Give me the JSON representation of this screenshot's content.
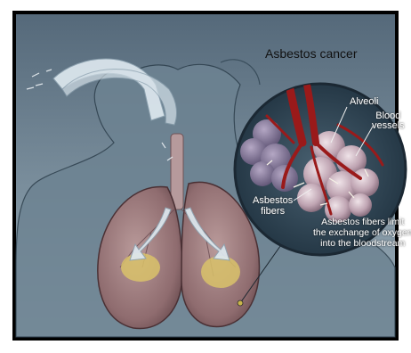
{
  "diagram": {
    "title": "Asbestos cancer",
    "labels": {
      "alveoli": "Alveoli",
      "blood_vessels_line1": "Blood",
      "blood_vessels_line2": "vessels",
      "asbestos_fibers_line1": "Asbestos",
      "asbestos_fibers_line2": "fibers",
      "note_line1": "Asbestos fibers limit",
      "note_line2": "the exchange of oxygen",
      "note_line3": "into the bloodstream"
    },
    "colors": {
      "background_top": "#5e7585",
      "background_bottom": "#95a7b3",
      "lung": "#9f7d7e",
      "lung_dark": "#6e4e52",
      "fiber_area": "#d9c26a",
      "airflow_arrow": "#dce7ee",
      "inset_bg": "#2f4555",
      "blood_vessel": "#9a1a1a",
      "frame": "#000000"
    }
  }
}
